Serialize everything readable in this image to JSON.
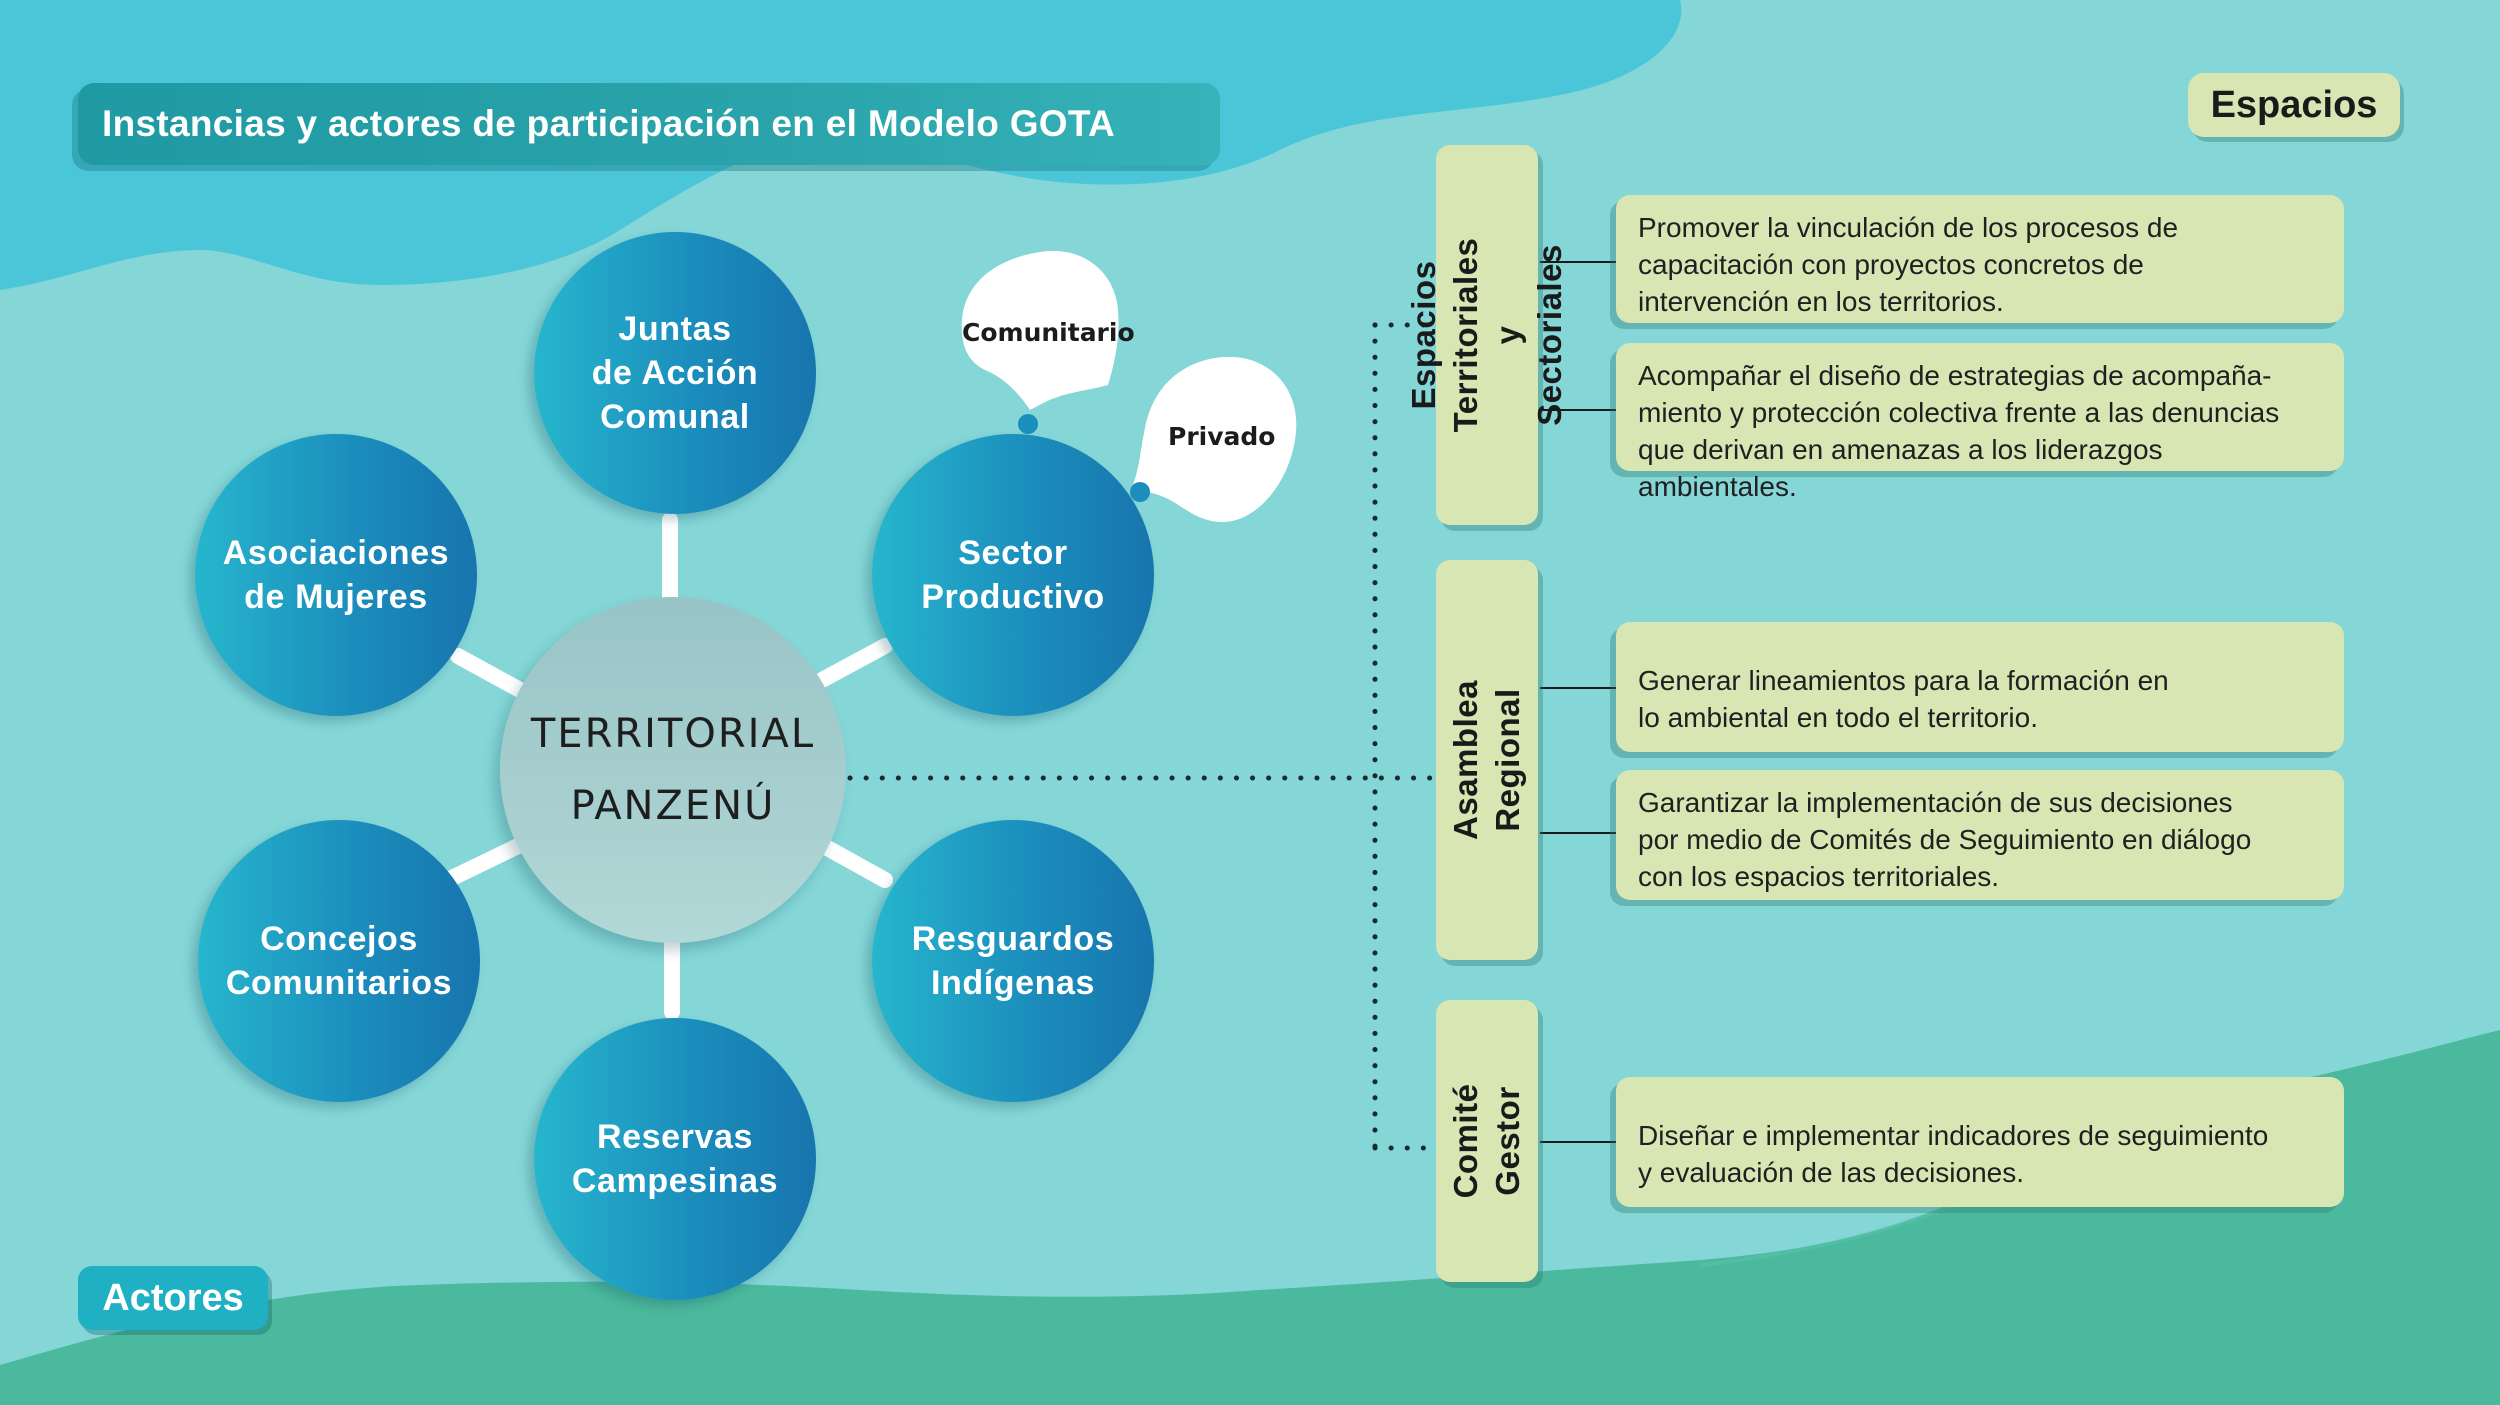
{
  "title": "Instancias y actores de participación en el Modelo GOTA",
  "labels": {
    "espacios": "Espacios",
    "actores": "Actores"
  },
  "center": {
    "line1": "TERRITORIAL",
    "line2": "PANZENÚ"
  },
  "actors": [
    {
      "id": "juntas",
      "label": "Juntas\nde Acción\nComunal"
    },
    {
      "id": "asociaciones",
      "label": "Asociaciones\nde Mujeres"
    },
    {
      "id": "sector",
      "label": "Sector\nProductivo"
    },
    {
      "id": "concejos",
      "label": "Concejos\nComunitarios"
    },
    {
      "id": "resguardos",
      "label": "Resguardos\nIndígenas"
    },
    {
      "id": "reservas",
      "label": "Reservas\nCampesinas"
    }
  ],
  "bubbles": {
    "comunitario": "Comunitario",
    "privado": "Privado"
  },
  "spaces": [
    {
      "label": "Espacios Territoriales\ny Sectoriales",
      "items": [
        "Promover la vinculación de los procesos de\ncapacitación con proyectos concretos de\nintervención en los territorios.",
        "Acompañar el diseño de estrategias de acompaña-\nmiento y protección colectiva frente a las denuncias\nque derivan en amenazas a los liderazgos ambientales."
      ]
    },
    {
      "label": "Asamblea Regional",
      "items": [
        "Generar lineamientos para la formación en\nlo ambiental en todo el territorio.",
        "Garantizar la implementación de sus decisiones\npor medio de Comités de Seguimiento en diálogo\ncon los espacios territoriales."
      ]
    },
    {
      "label": "Comité Gestor",
      "items": [
        "Diseñar e implementar indicadores de seguimiento\ny evaluación de las decisiones."
      ]
    }
  ],
  "colors": {
    "background": "#84d6d7",
    "actor_gradient_start": "#27b6cd",
    "actor_gradient_end": "#1775ad",
    "card": "#d8e6b4",
    "title_banner": "#2aa3aa",
    "actores_tag": "#1fb0c4"
  }
}
